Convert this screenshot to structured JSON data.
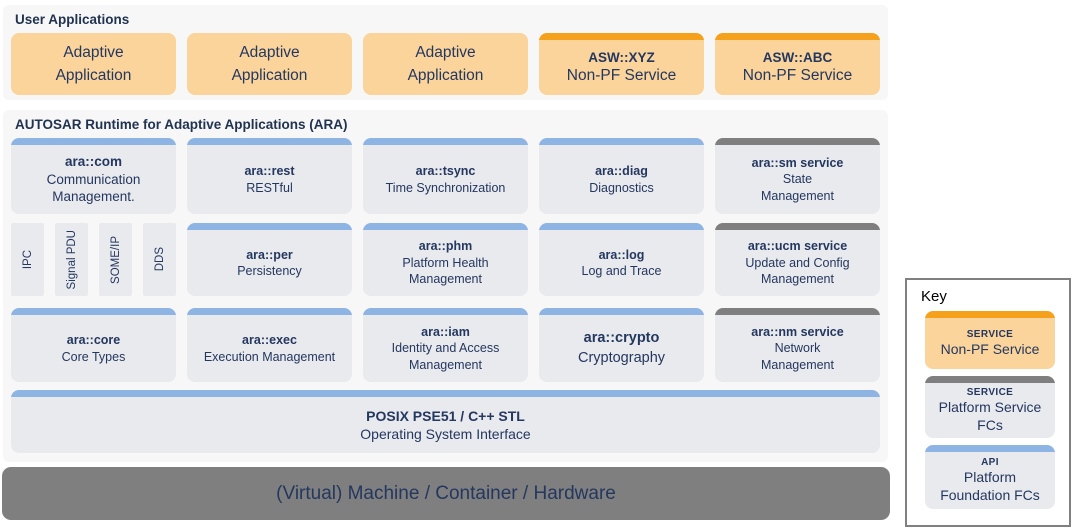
{
  "colors": {
    "orange_strip": "#F5A11B",
    "orange_body": "#FAD49B",
    "blue_strip": "#8EB4E3",
    "gray_strip": "#7F7F7F",
    "box_body": "#E9EAEE",
    "panel_bg": "#F7F7F8",
    "text_navy": "#24375F",
    "hardware_bar": "#7F7F7F"
  },
  "user_applications": {
    "title": "User Applications",
    "boxes": [
      {
        "label": "Adaptive\nApplication"
      },
      {
        "label": "Adaptive\nApplication"
      },
      {
        "label": "Adaptive\nApplication"
      },
      {
        "title": "ASW::XYZ",
        "label": "Non-PF Service"
      },
      {
        "title": "ASW::ABC",
        "label": "Non-PF Service"
      }
    ]
  },
  "ara": {
    "title": "AUTOSAR Runtime for Adaptive Applications (ARA)",
    "row1": [
      {
        "title": "ara::com",
        "subtitle": "Communication\nManagement."
      },
      {
        "title": "ara::rest",
        "subtitle": "RESTful"
      },
      {
        "title": "ara::tsync",
        "subtitle": "Time Synchronization"
      },
      {
        "title": "ara::diag",
        "subtitle": "Diagnostics"
      },
      {
        "title": "ara::sm service",
        "subtitle": "State\nManagement"
      }
    ],
    "protocols": [
      "IPC",
      "Signal PDU",
      "SOME/IP",
      "DDS"
    ],
    "row2": [
      {
        "title": "ara::per",
        "subtitle": "Persistency"
      },
      {
        "title": "ara::phm",
        "subtitle": "Platform Health\nManagement"
      },
      {
        "title": "ara::log",
        "subtitle": "Log and Trace"
      },
      {
        "title": "ara::ucm service",
        "subtitle": "Update and Config\nManagement"
      }
    ],
    "row3": [
      {
        "title": "ara::core",
        "subtitle": "Core Types"
      },
      {
        "title": "ara::exec",
        "subtitle": "Execution Management"
      },
      {
        "title": "ara::iam",
        "subtitle": "Identity and Access\nManagement"
      },
      {
        "title": "ara::crypto",
        "subtitle": "Cryptography"
      },
      {
        "title": "ara::nm service",
        "subtitle": "Network\nManagement"
      }
    ],
    "posix": {
      "title": "POSIX PSE51 / C++ STL",
      "subtitle": "Operating System Interface"
    }
  },
  "hardware": {
    "label": "(Virtual) Machine / Container / Hardware"
  },
  "key": {
    "title": "Key",
    "items": [
      {
        "badge": "SERVICE",
        "label": "Non-PF Service"
      },
      {
        "badge": "SERVICE",
        "label": "Platform Service FCs"
      },
      {
        "badge": "API",
        "label": "Platform\nFoundation FCs"
      }
    ]
  }
}
